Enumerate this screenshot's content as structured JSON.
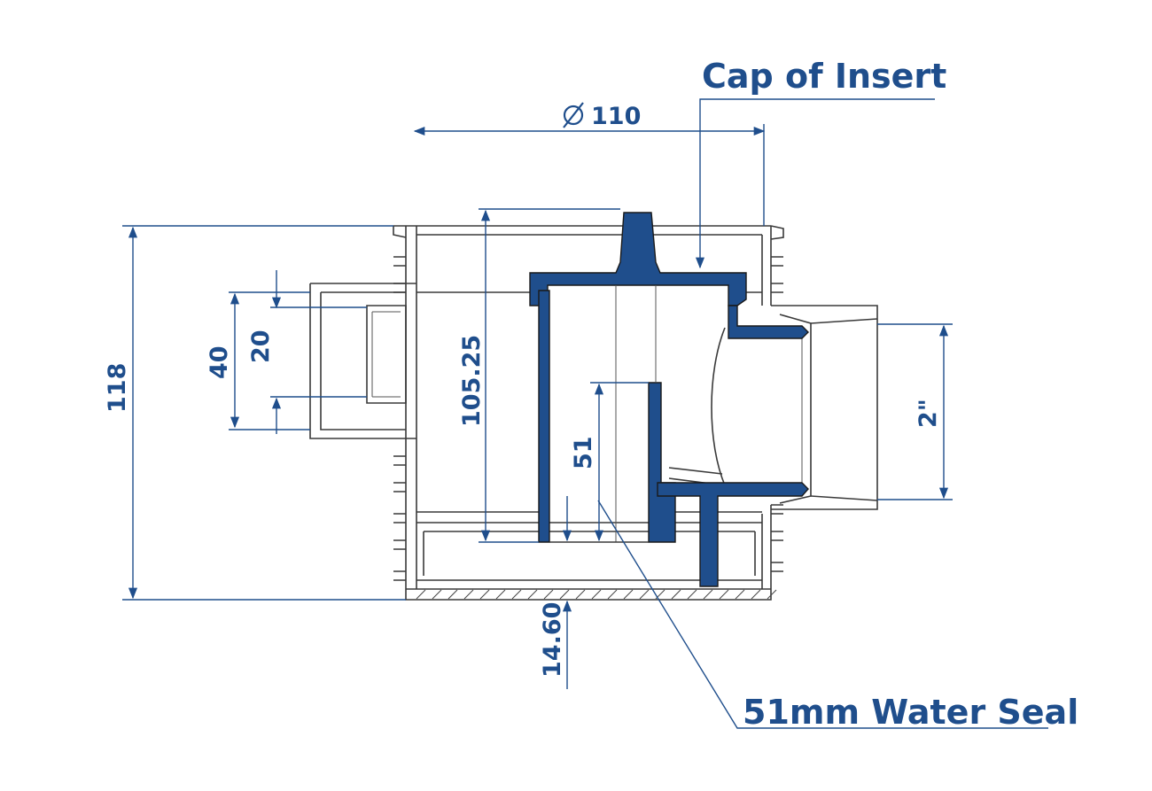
{
  "colors": {
    "accent": "#1f4e8c",
    "line": "#3a3a3a",
    "background": "#ffffff"
  },
  "callouts": {
    "cap_of_insert": "Cap of Insert",
    "water_seal": "51mm Water Seal"
  },
  "dimensions": {
    "diameter": "110",
    "overall_height": "118",
    "inner_height": "105.25",
    "inlet_outer": "40",
    "inlet_inner": "20",
    "seal_depth": "51",
    "base_offset": "14.60",
    "outlet": "2\""
  }
}
